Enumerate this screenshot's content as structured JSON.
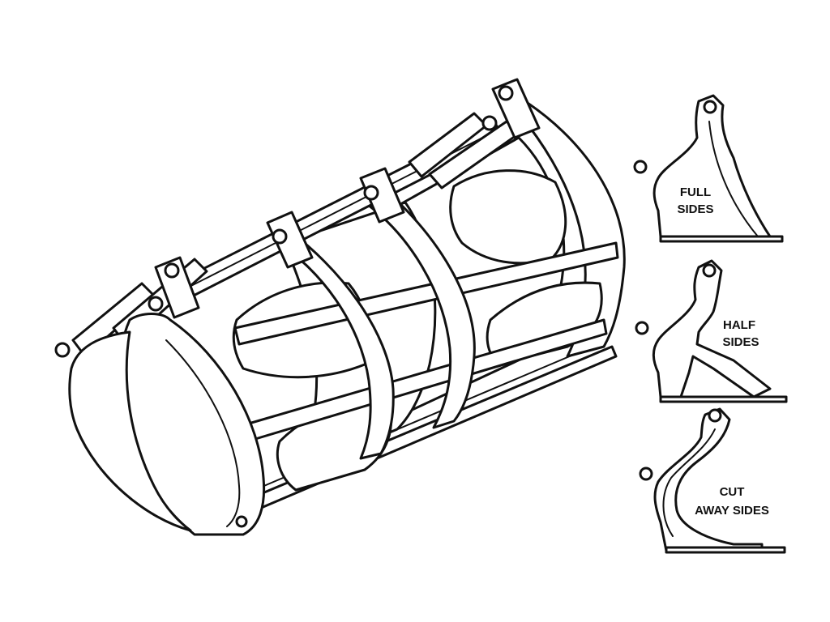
{
  "colors": {
    "line": "#111111",
    "fill": "#ffffff"
  },
  "variants": [
    {
      "line1": "FULL",
      "line2": "SIDES"
    },
    {
      "line1": "HALF",
      "line2": "SIDES"
    },
    {
      "line1": "CUT",
      "line2": "AWAY SIDES"
    }
  ]
}
